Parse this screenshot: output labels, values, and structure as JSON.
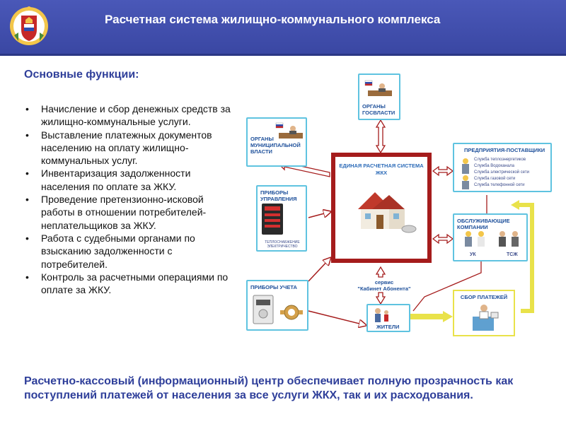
{
  "header": {
    "title": "Расчетная система жилищно-коммунального комплекса"
  },
  "section_title": "Основные функции:",
  "functions": [
    "Начисление и сбор денежных средств за жилищно-коммунальные услуги.",
    "Выставление платежных документов населению на оплату жилищно-коммунальных услуг.",
    "Инвентаризация задолженности населения по оплате за ЖКУ.",
    "Проведение претензионно-исковой работы в отношении потребителей-неплательщиков за ЖКУ.",
    "Работа с судебными органами по взысканию задолженности с потребителей.",
    "Контроль за расчетными операциями по оплате за ЖКУ."
  ],
  "footer": "Расчетно-кассовый (информационный) центр обеспечивает полную прозрачность как поступлений платежей от населения за все услуги ЖКХ, так и их расходования.",
  "diagram": {
    "center": "ЕДИНАЯ РАСЧЕТНАЯ СИСТЕМА ЖКХ",
    "gov": "ОРГАНЫ ГОСВЛАСТИ",
    "municipal": "ОРГАНЫ МУНИЦИПАЛЬНОЙ ВЛАСТИ",
    "control_devices": "ПРИБОРЫ УПРАВЛЕНИЯ",
    "control_devices_caption": "ТЕПЛОСНАБЖЕНИЕ ЭЛЕКТРИЧЕСТВО",
    "meters": "ПРИБОРЫ УЧЕТА",
    "suppliers": "ПРЕДПРИЯТИЯ-ПОСТАВЩИКИ",
    "supplier_items": [
      "Служба теплоэнергетиков",
      "Служба Водоканала",
      "Служба электрической сети",
      "Служба газовой сети",
      "Служба телефонной сети"
    ],
    "service_companies": "ОБСЛУЖИВАЮЩИЕ КОМПАНИИ",
    "service_company_types": [
      "УК",
      "ТСЖ"
    ],
    "service_label": "сервис\n\"Кабинет Абонента\"",
    "service_line1": "сервис",
    "service_line2": "\"Кабинет Абонента\"",
    "residents": "ЖИТЕЛИ",
    "payments": "СБОР ПЛАТЕЖЕЙ"
  }
}
